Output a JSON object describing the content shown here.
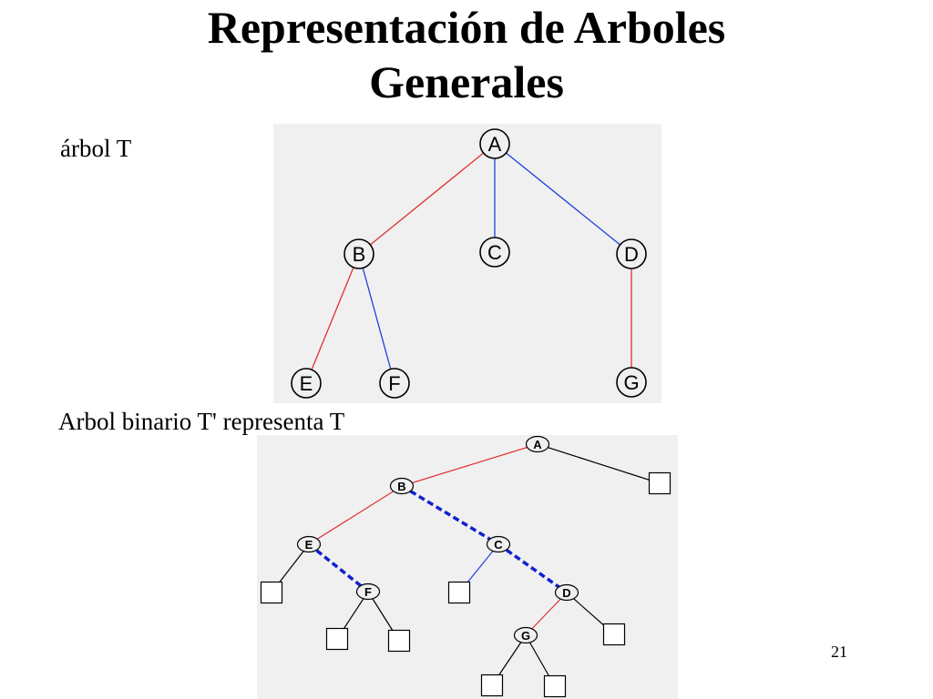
{
  "slide": {
    "title_line1": "Representación de Arboles",
    "title_line2": "Generales",
    "label_tree": "árbol T",
    "label_binary": "Arbol binario T' representa T",
    "page_number": "21"
  },
  "colors": {
    "panel": "#f0f0f0",
    "red_edge": "#e03030",
    "blue_edge": "#2040e0",
    "dashed_edge": "#1020d0",
    "black_edge": "#000000"
  },
  "tree_t": {
    "nodes": [
      {
        "id": "A",
        "label": "A"
      },
      {
        "id": "B",
        "label": "B"
      },
      {
        "id": "C",
        "label": "C"
      },
      {
        "id": "D",
        "label": "D"
      },
      {
        "id": "E",
        "label": "E"
      },
      {
        "id": "F",
        "label": "F"
      },
      {
        "id": "G",
        "label": "G"
      }
    ],
    "edges": [
      {
        "from": "A",
        "to": "B",
        "color": "red"
      },
      {
        "from": "A",
        "to": "C",
        "color": "blue"
      },
      {
        "from": "A",
        "to": "D",
        "color": "blue"
      },
      {
        "from": "B",
        "to": "E",
        "color": "red"
      },
      {
        "from": "B",
        "to": "F",
        "color": "blue"
      },
      {
        "from": "D",
        "to": "G",
        "color": "red"
      }
    ]
  },
  "tree_tp": {
    "nodes": [
      {
        "id": "A",
        "label": "A"
      },
      {
        "id": "B",
        "label": "B"
      },
      {
        "id": "E",
        "label": "E"
      },
      {
        "id": "C",
        "label": "C"
      },
      {
        "id": "F",
        "label": "F"
      },
      {
        "id": "D",
        "label": "D"
      },
      {
        "id": "G",
        "label": "G"
      }
    ],
    "edges": [
      {
        "from": "A",
        "to": "B",
        "style": "red"
      },
      {
        "from": "A",
        "to": "n1",
        "style": "black"
      },
      {
        "from": "B",
        "to": "E",
        "style": "red"
      },
      {
        "from": "B",
        "to": "C",
        "style": "dashed"
      },
      {
        "from": "E",
        "to": "n2",
        "style": "black"
      },
      {
        "from": "E",
        "to": "F",
        "style": "dashed"
      },
      {
        "from": "F",
        "to": "n3",
        "style": "black"
      },
      {
        "from": "F",
        "to": "n4",
        "style": "black"
      },
      {
        "from": "C",
        "to": "n5",
        "style": "blue"
      },
      {
        "from": "C",
        "to": "D",
        "style": "dashed"
      },
      {
        "from": "D",
        "to": "G",
        "style": "red"
      },
      {
        "from": "D",
        "to": "n6",
        "style": "black"
      },
      {
        "from": "G",
        "to": "n7",
        "style": "black"
      },
      {
        "from": "G",
        "to": "n8",
        "style": "black"
      }
    ],
    "null_leaves": [
      "n1",
      "n2",
      "n3",
      "n4",
      "n5",
      "n6",
      "n7",
      "n8"
    ]
  }
}
